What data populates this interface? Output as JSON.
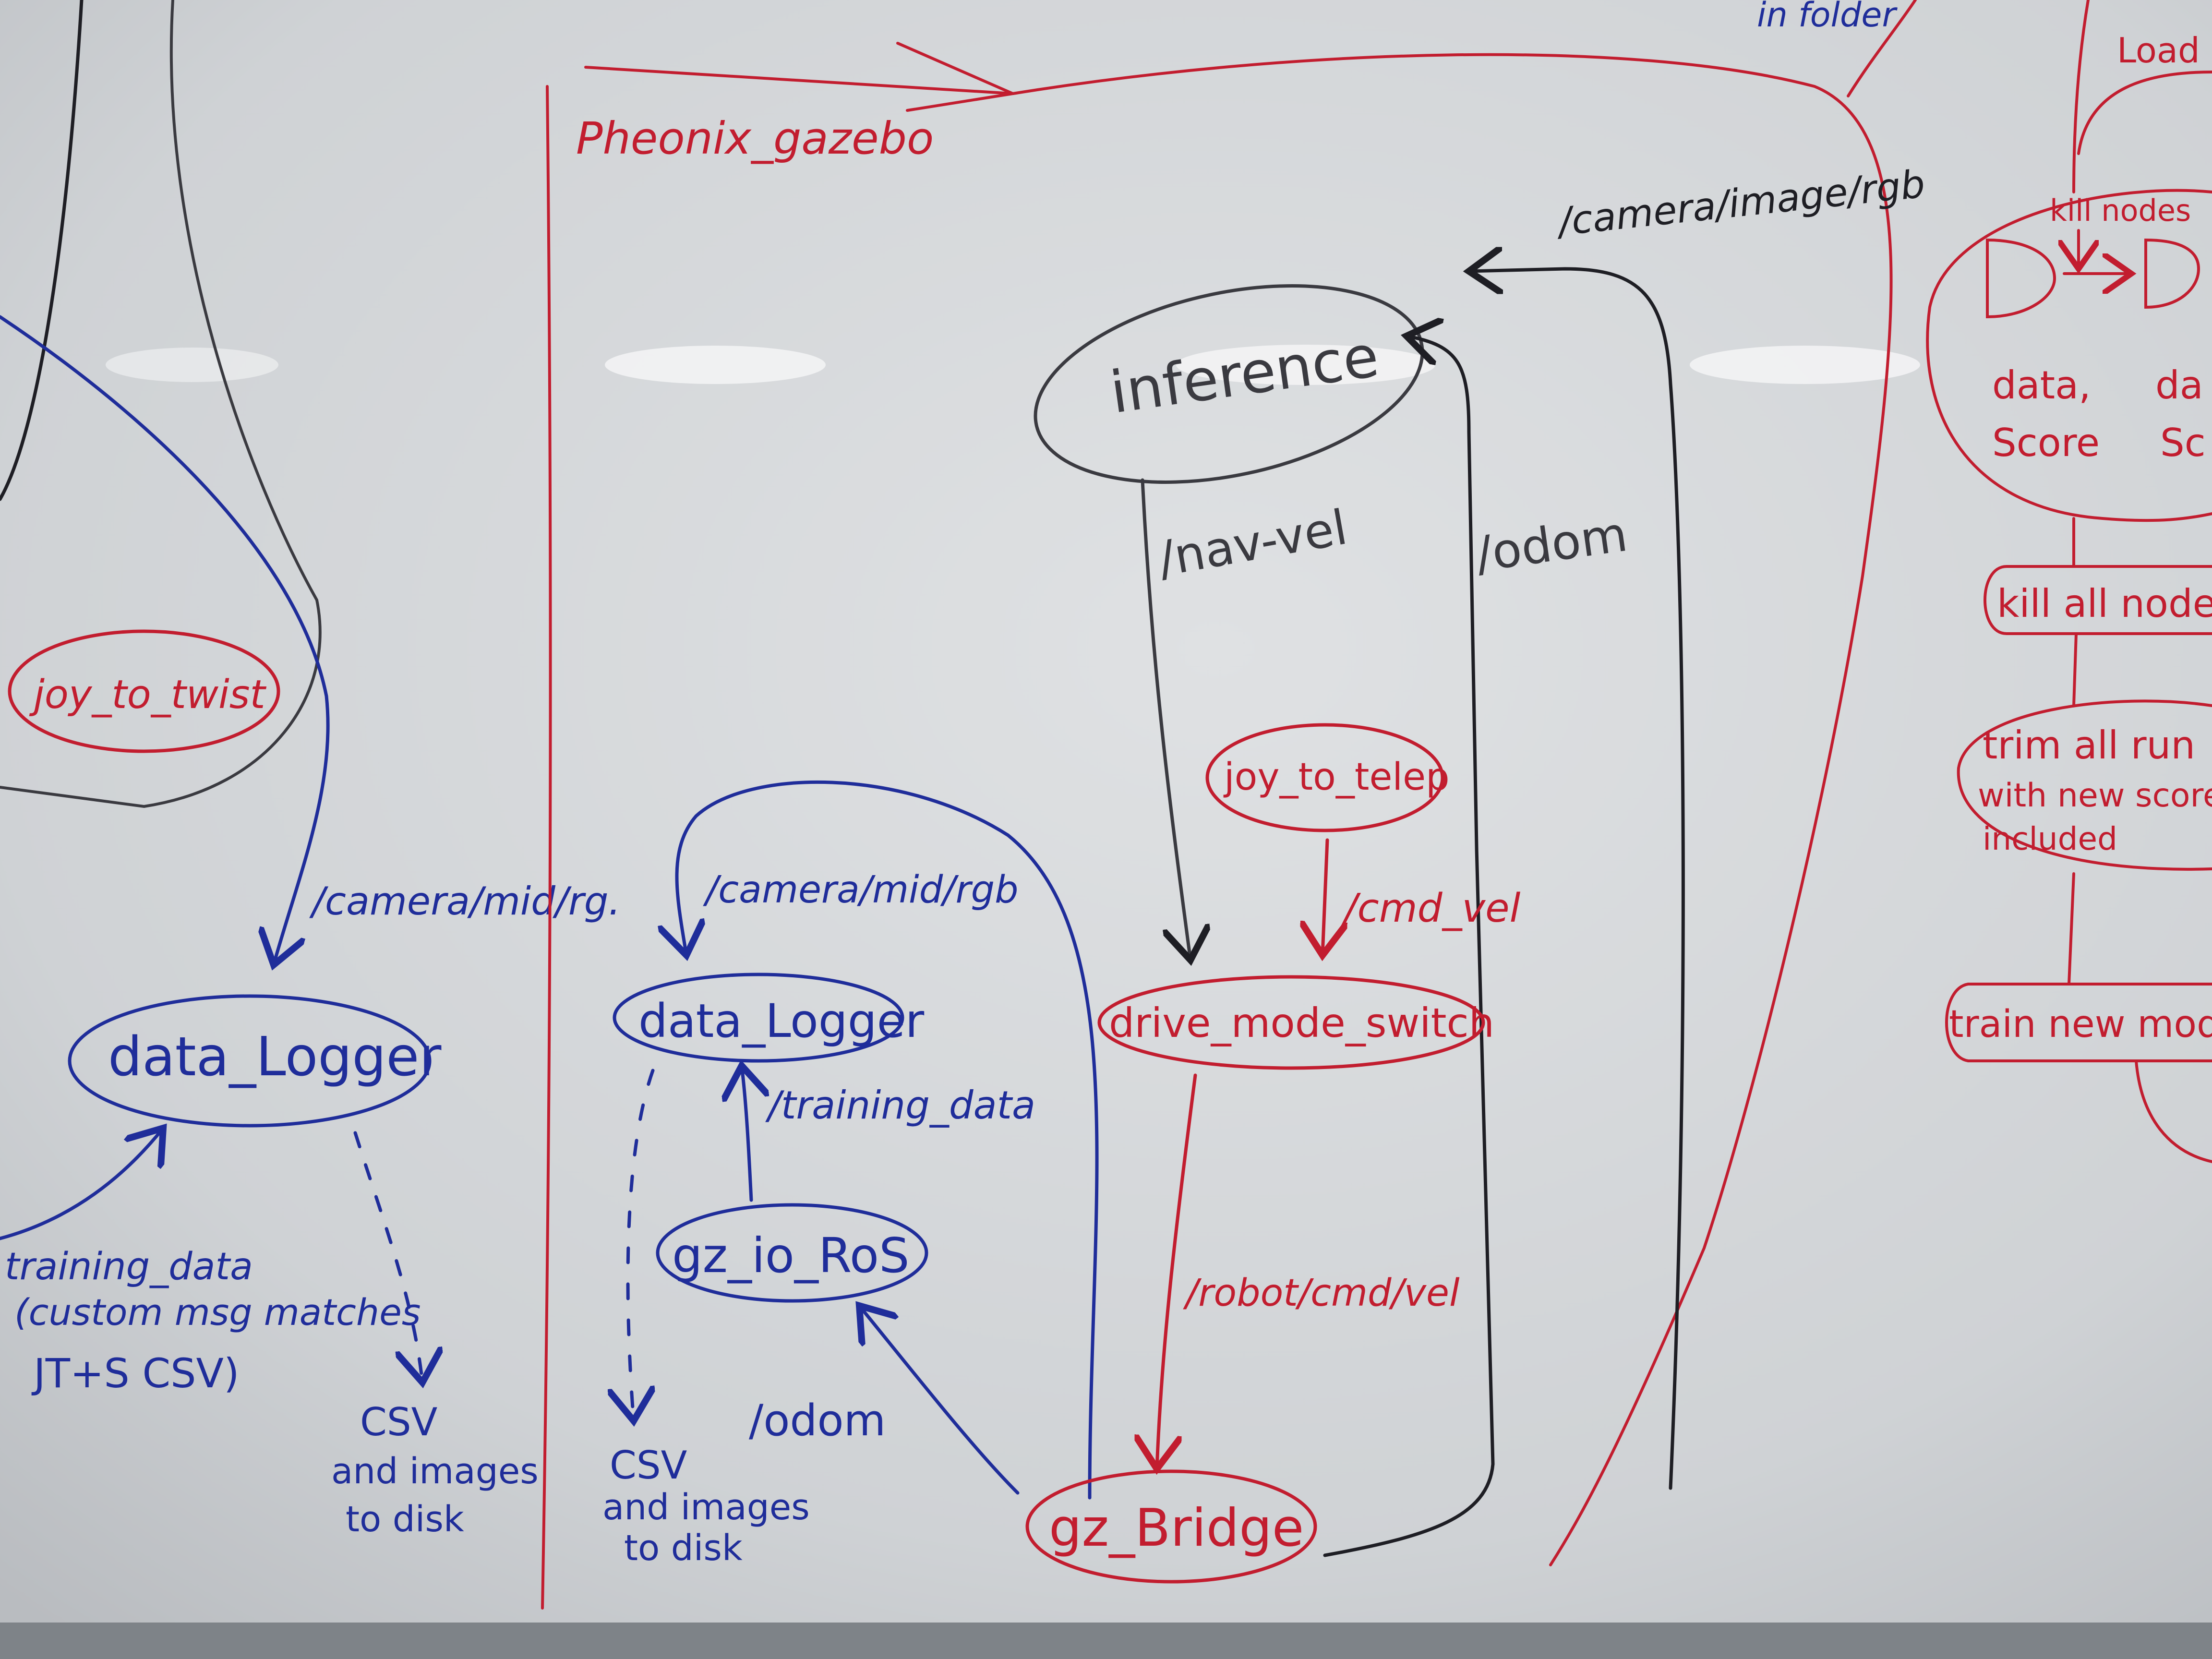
{
  "colors": {
    "black": "#1e1e24",
    "blue": "#1f2d9a",
    "red": "#c21d2f",
    "board": "#d3d6d9"
  },
  "left": {
    "joy_to_twist": "joy_to_twist",
    "camera_topic": "/camera/mid/rg.",
    "data_logger": "data_Logger",
    "training_data": "training_data",
    "custom_msg_1": "(custom msg matches",
    "custom_msg_2": "JT+S CSV)",
    "csv_1": "CSV",
    "csv_2": "and images",
    "csv_3": "to disk"
  },
  "center": {
    "title": "Pheonix_gazebo",
    "camera_topic": "/camera/mid/rgb",
    "data_logger": "data_Logger",
    "training_data": "/training_data",
    "gz_io_ros": "gz_io_RoS",
    "odom": "/odom",
    "csv_1": "CSV",
    "csv_2": "and images",
    "csv_3": "to disk"
  },
  "right": {
    "infolder": "in folder",
    "camera_rgb": "/camera/image/rgb",
    "inference": "inference",
    "nav_vel": "/nav-vel",
    "odom": "/odom",
    "joy_to_teleop": "joy_to_telep",
    "cmd_vel": "/cmd_vel",
    "drive_mode_switch": "drive_mode_switch",
    "robot_cmd_vel": "/robot/cmd/vel",
    "gz_bridge": "gz_Bridge"
  },
  "far_right": {
    "load": "Load",
    "kill_nodes": "kill nodes",
    "data_score_1a": "data,",
    "data_score_1b": "Score",
    "data_score_2a": "da",
    "data_score_2b": "Sc",
    "kill_all_nodes": "kill all node",
    "trim_1": "trim all run",
    "trim_2": "with new score",
    "trim_3": "included",
    "train_new": "train new mode"
  }
}
